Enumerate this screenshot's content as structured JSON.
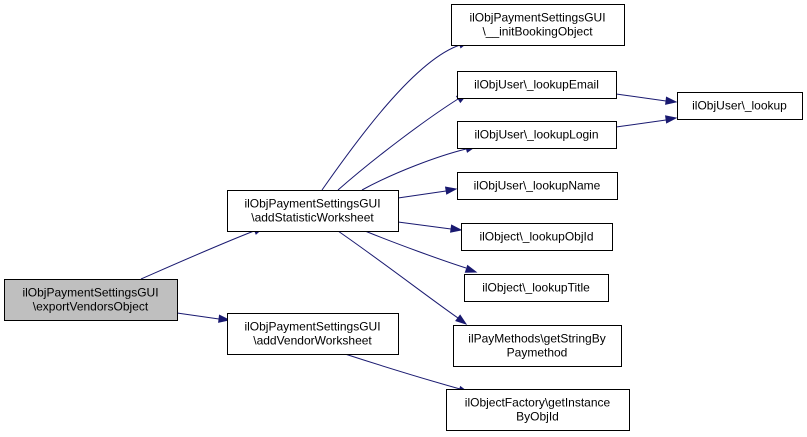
{
  "colors": {
    "edge": "#191970",
    "node_fill": "#ffffff",
    "focus_fill": "#bfbfbf",
    "node_stroke": "#000000"
  },
  "graph": {
    "nodes": [
      {
        "id": "export",
        "lines": [
          "ilObjPaymentSettingsGUI",
          "\\exportVendorsObject"
        ],
        "focus": true
      },
      {
        "id": "addStat",
        "lines": [
          "ilObjPaymentSettingsGUI",
          "\\addStatisticWorksheet"
        ]
      },
      {
        "id": "addVendor",
        "lines": [
          "ilObjPaymentSettingsGUI",
          "\\addVendorWorksheet"
        ]
      },
      {
        "id": "initBooking",
        "lines": [
          "ilObjPaymentSettingsGUI",
          "\\__initBookingObject"
        ]
      },
      {
        "id": "lookupEmail",
        "lines": [
          "ilObjUser\\_lookupEmail"
        ]
      },
      {
        "id": "lookupLogin",
        "lines": [
          "ilObjUser\\_lookupLogin"
        ]
      },
      {
        "id": "lookupName",
        "lines": [
          "ilObjUser\\_lookupName"
        ]
      },
      {
        "id": "lookupObjId",
        "lines": [
          "ilObject\\_lookupObjId"
        ]
      },
      {
        "id": "lookupTitle",
        "lines": [
          "ilObject\\_lookupTitle"
        ]
      },
      {
        "id": "getString",
        "lines": [
          "ilPayMethods\\getStringBy",
          "Paymethod"
        ]
      },
      {
        "id": "getInstance",
        "lines": [
          "ilObjectFactory\\getInstance",
          "ByObjId"
        ]
      },
      {
        "id": "lookup",
        "lines": [
          "ilObjUser\\_lookup"
        ]
      }
    ],
    "edges": [
      {
        "from": "export",
        "to": "addStat"
      },
      {
        "from": "export",
        "to": "addVendor"
      },
      {
        "from": "addStat",
        "to": "initBooking"
      },
      {
        "from": "addStat",
        "to": "lookupEmail"
      },
      {
        "from": "addStat",
        "to": "lookupLogin"
      },
      {
        "from": "addStat",
        "to": "lookupName"
      },
      {
        "from": "addStat",
        "to": "lookupObjId"
      },
      {
        "from": "addStat",
        "to": "lookupTitle"
      },
      {
        "from": "addStat",
        "to": "getString"
      },
      {
        "from": "addVendor",
        "to": "getInstance"
      },
      {
        "from": "lookupEmail",
        "to": "lookup"
      },
      {
        "from": "lookupLogin",
        "to": "lookup"
      }
    ]
  }
}
